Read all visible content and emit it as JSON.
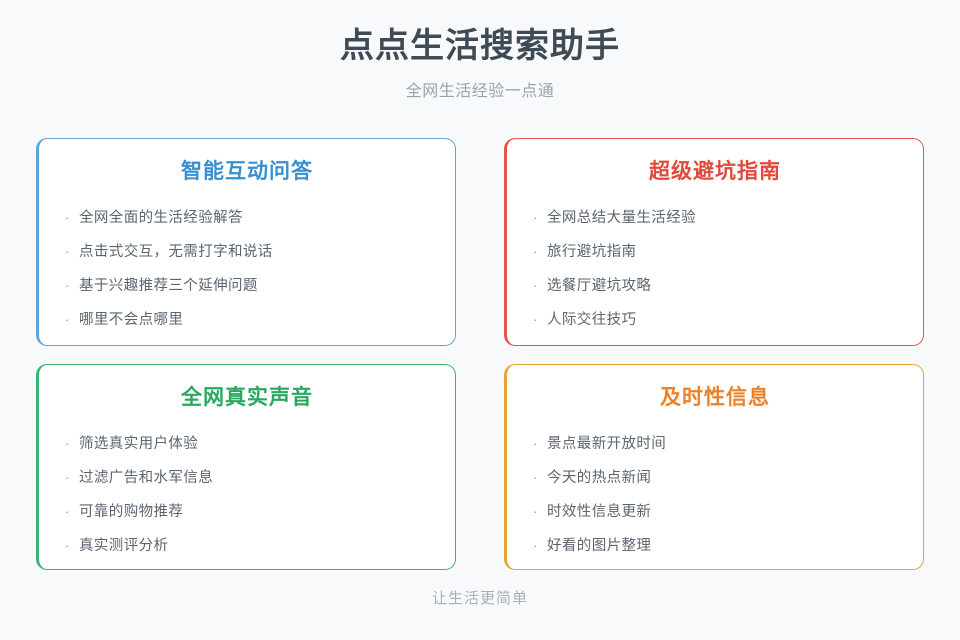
{
  "header": {
    "title": "点点生活搜索助手",
    "subtitle": "全网生活经验一点通"
  },
  "cards": [
    {
      "id": "smart-qa",
      "title": "智能互动问答",
      "accent": "blue",
      "accent_color": "#3a8fd0",
      "border_color": "#5ba7d7",
      "items": [
        "全网全面的生活经验解答",
        "点击式交互，无需打字和说话",
        "基于兴趣推荐三个延伸问题",
        "哪里不会点哪里"
      ]
    },
    {
      "id": "pitfall-guide",
      "title": "超级避坑指南",
      "accent": "red",
      "accent_color": "#e04a3a",
      "border_color": "#e0574a",
      "items": [
        "全网总结大量生活经验",
        "旅行避坑指南",
        "选餐厅避坑攻略",
        "人际交往技巧"
      ]
    },
    {
      "id": "real-voices",
      "title": "全网真实声音",
      "accent": "green",
      "accent_color": "#2aa85f",
      "border_color": "#3cb371",
      "items": [
        "筛选真实用户体验",
        "过滤广告和水军信息",
        "可靠的购物推荐",
        "真实测评分析"
      ]
    },
    {
      "id": "timely-info",
      "title": "及时性信息",
      "accent": "orange",
      "accent_color": "#e8832a",
      "border_color": "#e3a534",
      "items": [
        "景点最新开放时间",
        "今天的热点新闻",
        "时效性信息更新",
        "好看的图片整理"
      ]
    }
  ],
  "footer": {
    "tagline": "让生活更简单"
  },
  "bullet_glyph": "·",
  "theme": {
    "background": "#f8f9fa",
    "card_background": "#ffffff",
    "title_color": "#3f4a55",
    "subtitle_color": "#9aa3ab",
    "body_text_color": "#5a6570",
    "footer_color": "#a8b0b7"
  }
}
